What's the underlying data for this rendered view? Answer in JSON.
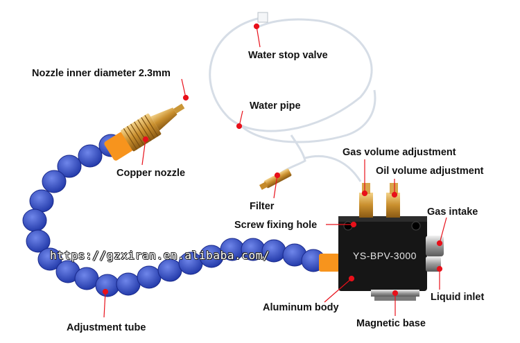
{
  "labels": {
    "nozzle_diameter": "Nozzle inner diameter 2.3mm",
    "copper_nozzle": "Copper nozzle",
    "adjustment_tube": "Adjustment tube",
    "water_stop_valve": "Water stop valve",
    "water_pipe": "Water pipe",
    "filter": "Filter",
    "gas_volume": "Gas volume adjustment",
    "oil_volume": "Oil volume adjustment",
    "screw_hole": "Screw fixing hole",
    "gas_intake": "Gas intake",
    "aluminum_body": "Aluminum body",
    "liquid_inlet": "Liquid inlet",
    "magnetic_base": "Magnetic base"
  },
  "product": {
    "model": "YS-BPV-3000"
  },
  "watermark": "https://gzxiran.en.alibaba.com/",
  "colors": {
    "marker": "#e8101a",
    "tube": "#2846b8",
    "body": "#161616",
    "copper": "#d49a3a",
    "orange": "#f7941d"
  }
}
